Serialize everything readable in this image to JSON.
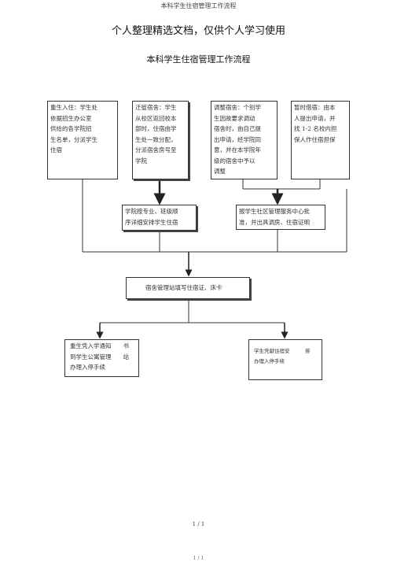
{
  "header": "本科学生住宿管理工作流程",
  "title_main": "个人整理精选文档，仅供个人学习使用",
  "title_sub": "本科学生住宿管理工作流程",
  "boxes": {
    "b1": "重生入住：学生处\n依据招生办公室\n供给的各学院招\n生名单，分派学生\n住宿",
    "b2": "迁徙宿舍：学生\n从校区返回校本\n部时，住宿由学\n生处一致分配，\n分派宿舍房号至\n学院",
    "b3": "调整宿舍：个别学\n生因故要求调动\n宿舍时，由自己提\n出申请，经学院同\n意，并在本学院年\n级的宿舍中予以\n调整",
    "b4": "暂时借宿：由本\n人提出申请，并\n找 1-2 名校内担\n保人作住宿担保",
    "b5": "学院按专业、班级顺\n序详细安排学生住宿",
    "b6": "报学生社区管理服务中心批\n准，并出具调房、住宿证明",
    "b7": "宿舍管理站填写住宿证、床卡",
    "b8": "重生凭入学通知　　书\n到学生公寓管理　　站\n办理入停手续",
    "b9": "学生凭献住宿安　　　排\n办理入停手续"
  },
  "footer_page": "1 / 1",
  "footer_bottom": "1 / 1"
}
